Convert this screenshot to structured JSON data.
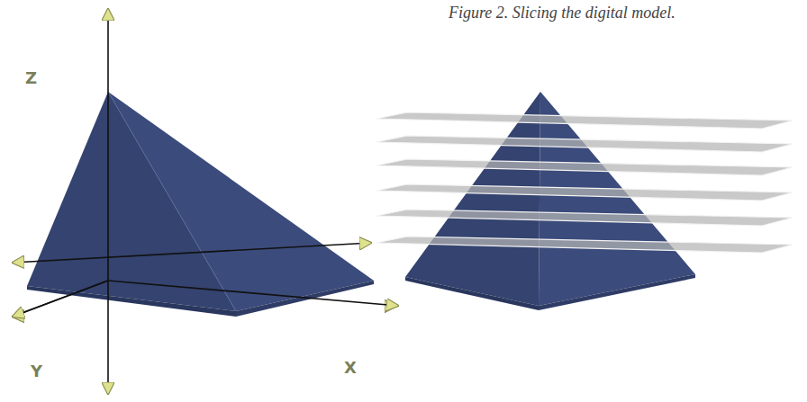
{
  "diagram": {
    "caption": "Figure 2. Slicing the digital model.",
    "labels": [
      "Z",
      "Y",
      "X"
    ]
  }
}
